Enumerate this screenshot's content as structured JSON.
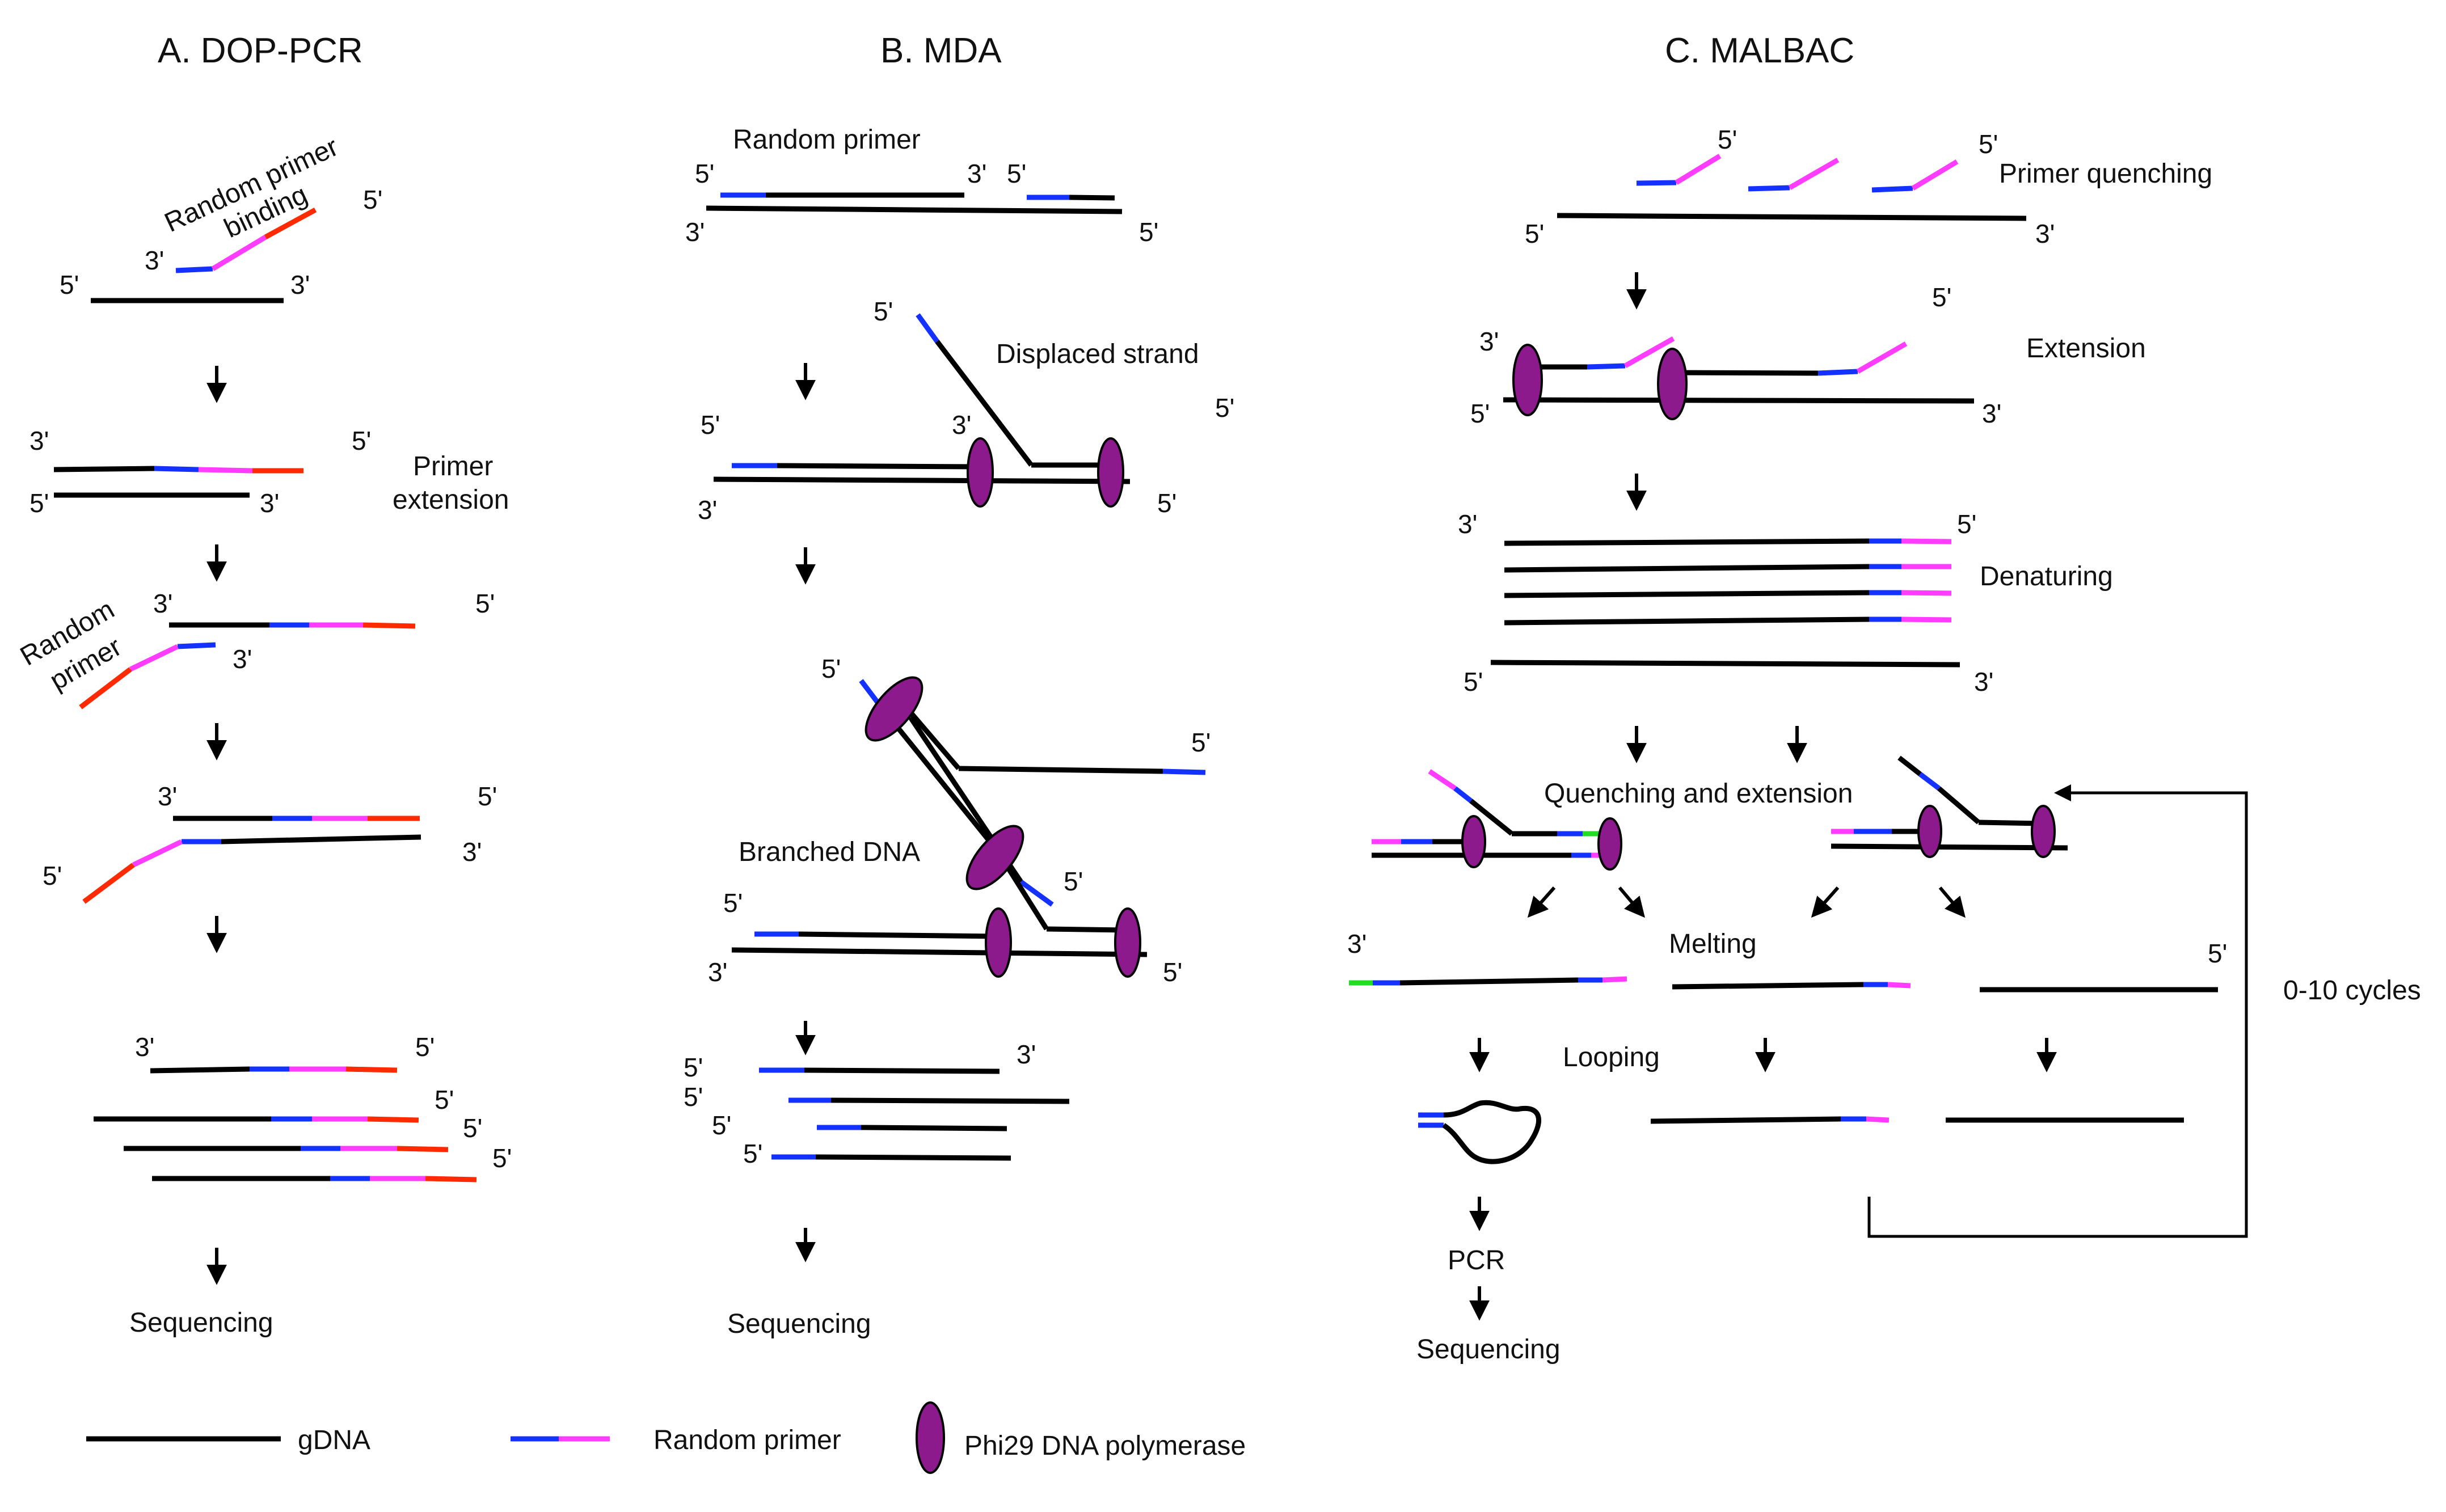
{
  "panels": {
    "a": {
      "title": "A. DOP-PCR",
      "random_primer_binding_line1": "Random primer",
      "random_primer_binding_line2": "binding",
      "primer_extension_line1": "Primer",
      "primer_extension_line2": "extension",
      "random_primer_line1": "Random",
      "random_primer_line2": "primer",
      "sequencing": "Sequencing"
    },
    "b": {
      "title": "B. MDA",
      "random_primer": "Random primer",
      "displaced_strand": "Displaced strand",
      "branched_dna": "Branched DNA",
      "sequencing": "Sequencing"
    },
    "c": {
      "title": "C. MALBAC",
      "primer_quenching": "Primer quenching",
      "extension": "Extension",
      "denaturing": "Denaturing",
      "quenching_and_extension": "Quenching and extension",
      "melting": "Melting",
      "looping": "Looping",
      "pcr": "PCR",
      "sequencing": "Sequencing",
      "cycles": "0-10 cycles"
    }
  },
  "ends": {
    "five": "5'",
    "three": "3'"
  },
  "legend": {
    "gdna": "gDNA",
    "random_primer": "Random primer",
    "polymerase": "Phi29 DNA polymerase"
  },
  "colors": {
    "gdna": "#000000",
    "primer_fixed": "#1432ff",
    "primer_random": "#ff3cff",
    "dop_tail": "#ff2a00",
    "malbac_complement": "#22dd22",
    "polymerase": "#8c1a8c"
  }
}
